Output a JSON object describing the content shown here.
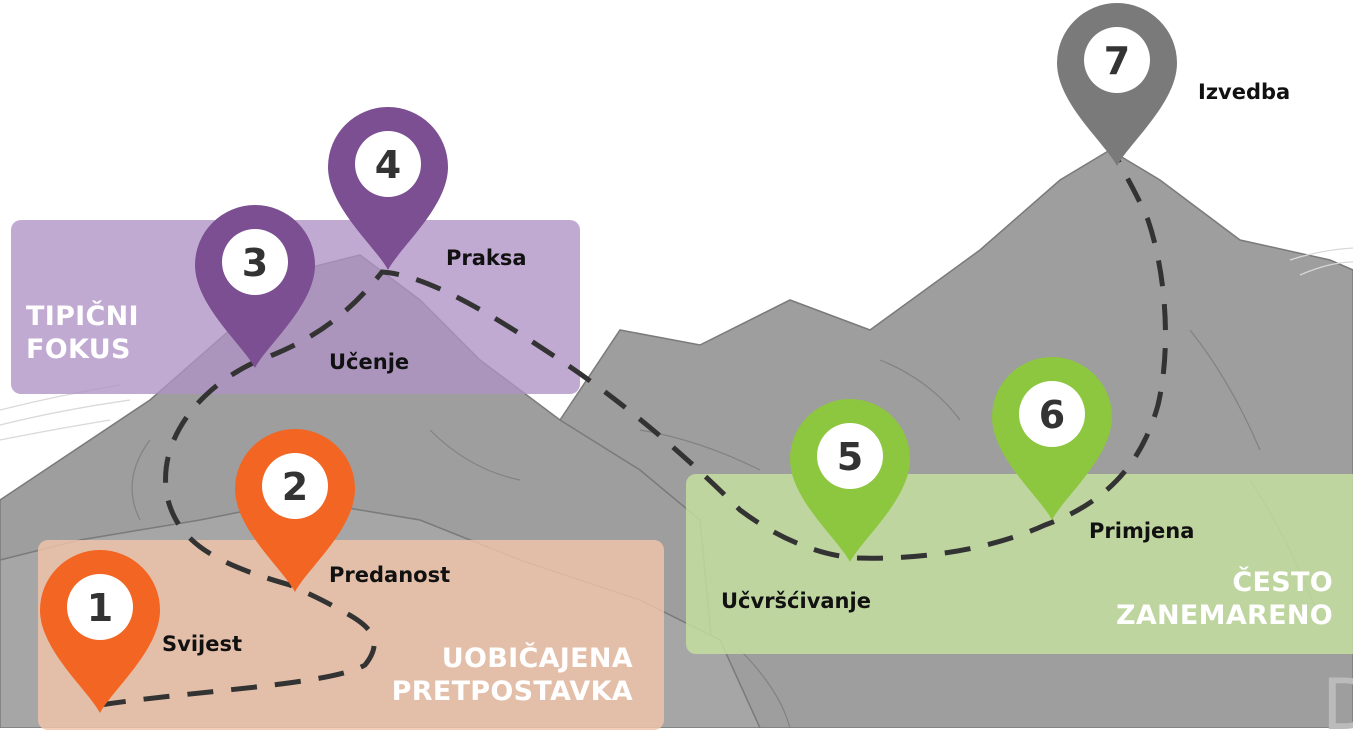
{
  "zones": {
    "typical_focus": {
      "lines": [
        "TIPIČNI",
        "FOKUS"
      ],
      "color": "#9b78b3"
    },
    "common_assumption": {
      "lines": [
        "UOBIČAJENA",
        "PRETPOSTAVKA"
      ],
      "color": "#f08a4b"
    },
    "often_neglected": {
      "lines": [
        "ČESTO",
        "ZANEMARENO"
      ],
      "color": "#8dc63f"
    }
  },
  "steps": [
    {
      "number": "1",
      "label": "Svijest",
      "color": "#f26522"
    },
    {
      "number": "2",
      "label": "Predanost",
      "color": "#f26522"
    },
    {
      "number": "3",
      "label": "Učenje",
      "color": "#7b4f91"
    },
    {
      "number": "4",
      "label": "Praksa",
      "color": "#7b4f91"
    },
    {
      "number": "5",
      "label": "Učvršćivanje",
      "color": "#8dc63f"
    },
    {
      "number": "6",
      "label": "Primjena",
      "color": "#8dc63f"
    },
    {
      "number": "7",
      "label": "Izvedba",
      "color": "#7a7a7a"
    }
  ],
  "corner_letter": "D"
}
